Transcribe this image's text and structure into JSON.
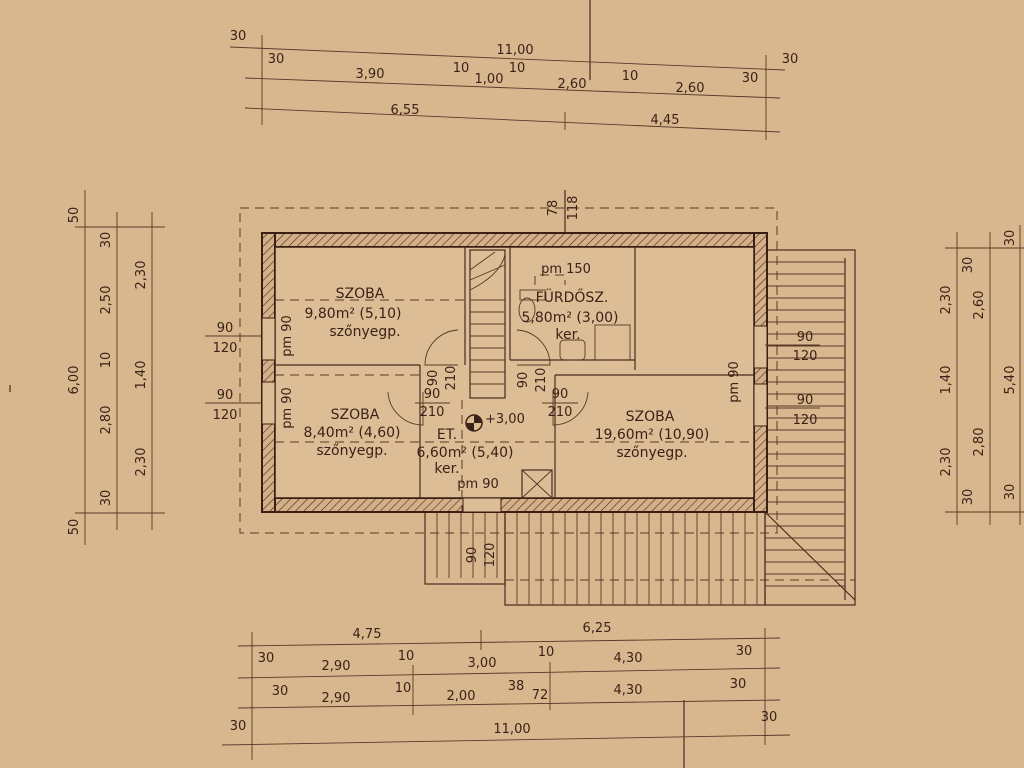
{
  "colors": {
    "paper": "#d8b78e",
    "ink": "#3b2218"
  },
  "top_dims": {
    "row1": [
      "30",
      "11,00",
      "30"
    ],
    "row2": [
      "30",
      "3,90",
      "10",
      "1,00",
      "10",
      "2,60",
      "10",
      "2,60",
      "30"
    ],
    "row3": [
      "6,55",
      "4,45"
    ]
  },
  "bottom_dims": {
    "row1": [
      "4,75",
      "6,25"
    ],
    "row2": [
      "30",
      "2,90",
      "10",
      "3,00",
      "10",
      "4,30",
      "30"
    ],
    "row3": [
      "30",
      "2,90",
      "10",
      "2,00",
      "38",
      "72",
      "4,30",
      "30"
    ],
    "row4": [
      "30",
      "11,00",
      "30"
    ]
  },
  "left_dims": {
    "outer": [
      "50",
      "6,00",
      "50"
    ],
    "middle": [
      "30",
      "2,50",
      "10",
      "2,80",
      "30"
    ],
    "inner": [
      "2,30",
      "1,40",
      "2,30"
    ]
  },
  "right_dims": {
    "inner": [
      "30",
      "2,30",
      "1,40",
      "2,30",
      "30"
    ],
    "middle": [
      "2,60",
      "2,80"
    ],
    "outer": [
      "30",
      "5,40",
      "30"
    ]
  },
  "windows": {
    "left_upper": [
      "90",
      "120"
    ],
    "left_lower": [
      "90",
      "120"
    ],
    "right_upper": [
      "90",
      "120"
    ],
    "right_lower": [
      "90",
      "120"
    ],
    "top_chimney": [
      "78",
      "118"
    ],
    "entrance": [
      "90",
      "120"
    ]
  },
  "rooms": [
    {
      "name": "SZOBA",
      "area": "9,80m² (5,10)",
      "floor": "szőnyegp."
    },
    {
      "name": "SZOBA",
      "area": "8,40m² (4,60)",
      "floor": "szőnyegp."
    },
    {
      "name": "ET.",
      "area": "6,60m² (5,40)",
      "floor": "ker."
    },
    {
      "name": "FÜRDŐSZ.",
      "area": "5,80m² (3,00)",
      "floor": "ker."
    },
    {
      "name": "SZOBA",
      "area": "19,60m² (10,90)",
      "floor": "szőnyegp."
    }
  ],
  "sills": {
    "left_upper": "pm 90",
    "left_lower": "pm 90",
    "right": "pm 90",
    "bath": "pm 150",
    "hall": "pm 90"
  },
  "doors": {
    "stair_left_v": [
      "90",
      "210"
    ],
    "left_room": [
      "90",
      "210"
    ],
    "stair_right_v": [
      "90",
      "210"
    ],
    "right_room": [
      "90",
      "210"
    ]
  },
  "level": "+3,00"
}
